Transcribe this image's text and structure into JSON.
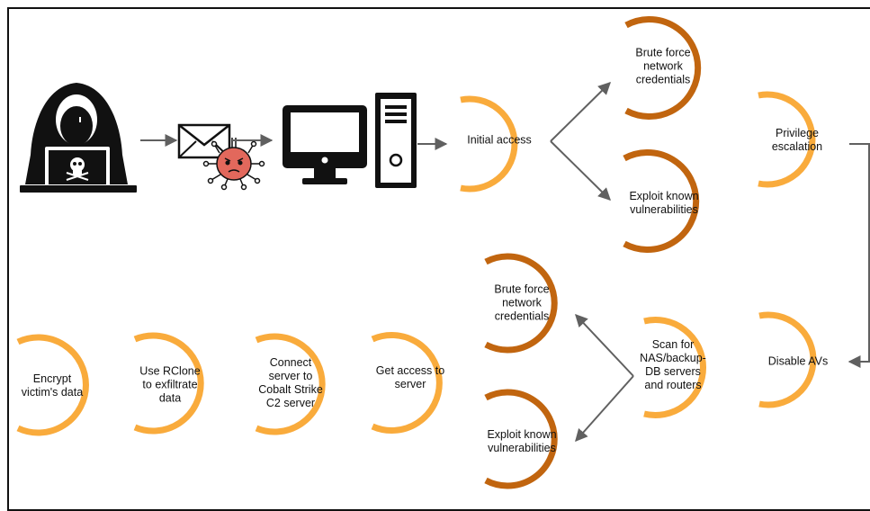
{
  "colors": {
    "arc_light": "#f9ab3c",
    "arc_dark": "#c1650f",
    "arrow": "#606060",
    "ink": "#111111",
    "malware": "#e2685c"
  },
  "icons": {
    "hacker": "hacker-icon",
    "email": "email-icon",
    "virus": "virus-icon",
    "monitor": "monitor-icon",
    "tower": "computer-tower-icon"
  },
  "steps": {
    "initial_access": "Initial access",
    "brute_force_top": "Brute force\nnetwork\ncredentials",
    "exploit_top": "Exploit known\nvulnerabilities",
    "privilege": "Privilege\nescalation",
    "disable_av": "Disable AVs",
    "scan": "Scan for\nNAS/backup-\nDB servers\nand routers",
    "brute_force_bottom": "Brute force\nnetwork\ncredentials",
    "exploit_bottom": "Exploit known\nvulnerabilities",
    "get_access": "Get access to\nserver",
    "connect_c2": "Connect\nserver to\nCobalt Strike\nC2 server",
    "rclone": "Use RClone\nto exfiltrate\ndata",
    "encrypt": "Encrypt\nvictim's data"
  }
}
